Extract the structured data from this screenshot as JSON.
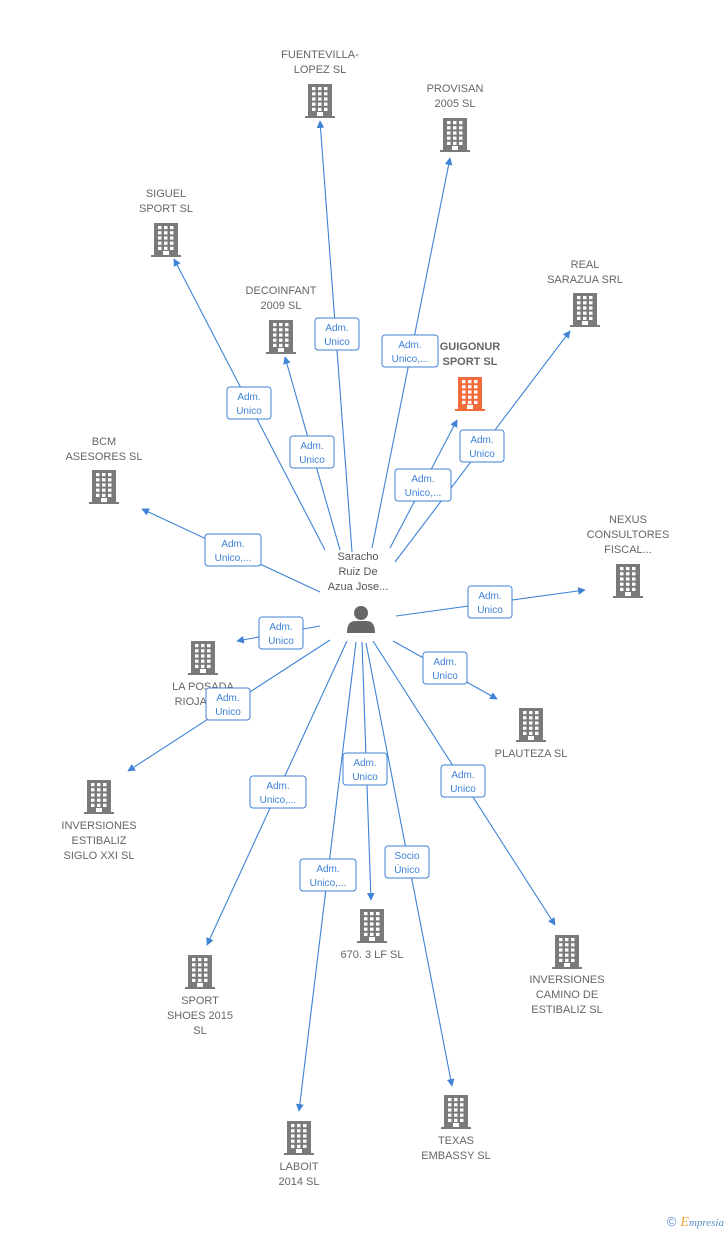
{
  "center": {
    "lines": [
      "Saracho",
      "Ruiz De",
      "Azua Jose..."
    ],
    "icon": "person-icon"
  },
  "colors": {
    "edge": "#3f82d6",
    "company": "#7a7a7a",
    "highlight": "#f26b3a",
    "person": "#666666"
  },
  "companies": [
    {
      "id": "fuentevilla",
      "lines": [
        "FUENTEVILLA-",
        "LOPEZ SL"
      ],
      "highlight": false
    },
    {
      "id": "provisan",
      "lines": [
        "PROVISAN",
        "2005  SL"
      ],
      "highlight": false
    },
    {
      "id": "siguel",
      "lines": [
        "SIGUEL",
        "SPORT SL"
      ],
      "highlight": false
    },
    {
      "id": "real-sarazua",
      "lines": [
        "REAL",
        "SARAZUA SRL"
      ],
      "highlight": false
    },
    {
      "id": "decoinfant",
      "lines": [
        "DECOINFANT",
        "2009 SL"
      ],
      "highlight": false
    },
    {
      "id": "guigonur",
      "lines": [
        "GUIGONUR",
        "SPORT  SL"
      ],
      "highlight": true
    },
    {
      "id": "bcm",
      "lines": [
        "BCM",
        "ASESORES SL"
      ],
      "highlight": false
    },
    {
      "id": "nexus",
      "lines": [
        "NEXUS",
        "CONSULTORES",
        "FISCAL..."
      ],
      "highlight": false
    },
    {
      "id": "la-posada",
      "lines": [
        "LA POSADA",
        "RIOJANA..."
      ],
      "highlight": false
    },
    {
      "id": "plauteza",
      "lines": [
        "PLAUTEZA  SL"
      ],
      "highlight": false
    },
    {
      "id": "inversiones-estibaliz",
      "lines": [
        "INVERSIONES",
        "ESTIBALIZ",
        "SIGLO XXI SL"
      ],
      "highlight": false
    },
    {
      "id": "670-3-lf",
      "lines": [
        "670. 3 LF  SL"
      ],
      "highlight": false
    },
    {
      "id": "sport-shoes",
      "lines": [
        "SPORT",
        "SHOES 2015",
        "SL"
      ],
      "highlight": false
    },
    {
      "id": "inversiones-camino",
      "lines": [
        "INVERSIONES",
        "CAMINO DE",
        "ESTIBALIZ SL"
      ],
      "highlight": false
    },
    {
      "id": "laboit",
      "lines": [
        "LABOIT",
        "2014  SL"
      ],
      "highlight": false
    },
    {
      "id": "texas",
      "lines": [
        "TEXAS",
        "EMBASSY  SL"
      ],
      "highlight": false
    }
  ],
  "relations": [
    {
      "target": "fuentevilla",
      "lines": [
        "Adm.",
        "Unico"
      ]
    },
    {
      "target": "provisan",
      "lines": [
        "Adm.",
        "Unico,..."
      ]
    },
    {
      "target": "siguel",
      "lines": [
        "Adm.",
        "Unico"
      ]
    },
    {
      "target": "decoinfant",
      "lines": [
        "Adm.",
        "Unico"
      ]
    },
    {
      "target": "real-sarazua",
      "lines": [
        "Adm.",
        "Unico"
      ]
    },
    {
      "target": "guigonur",
      "lines": [
        "Adm.",
        "Unico,..."
      ]
    },
    {
      "target": "bcm",
      "lines": [
        "Adm.",
        "Unico,..."
      ]
    },
    {
      "target": "nexus",
      "lines": [
        "Adm.",
        "Unico"
      ]
    },
    {
      "target": "la-posada",
      "lines": [
        "Adm.",
        "Unico"
      ]
    },
    {
      "target": "inversiones-estibaliz",
      "lines": [
        "Adm.",
        "Unico"
      ]
    },
    {
      "target": "plauteza",
      "lines": [
        "Adm.",
        "Unico"
      ]
    },
    {
      "target": "sport-shoes",
      "lines": [
        "Adm.",
        "Unico,..."
      ]
    },
    {
      "target": "670-3-lf",
      "lines": [
        "Adm.",
        "Unico"
      ]
    },
    {
      "target": "inversiones-camino",
      "lines": [
        "Adm.",
        "Unico"
      ]
    },
    {
      "target": "laboit",
      "lines": [
        "Adm.",
        "Unico,..."
      ]
    },
    {
      "target": "texas",
      "lines": [
        "Socio",
        "Único"
      ]
    }
  ],
  "footer": {
    "copyright": "©",
    "brand_initial": "E",
    "brand_rest": "mpresia"
  }
}
